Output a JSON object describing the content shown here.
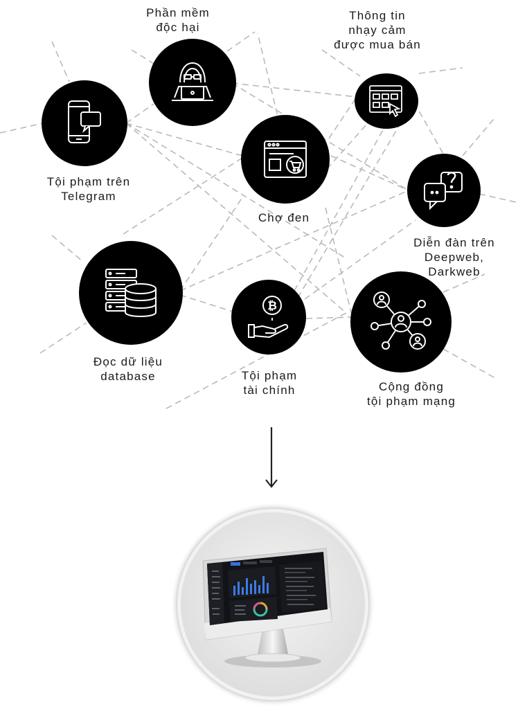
{
  "nodes": {
    "telegram": {
      "label": "Tội phạm trên\nTelegram",
      "icon": "smartphone-chat-icon"
    },
    "malware": {
      "label": "Phần mềm\nđộc hại",
      "icon": "hacker-laptop-icon"
    },
    "sensitive": {
      "label": "Thông tin\nnhạy cảm\nđược mua bán",
      "icon": "web-grid-click-icon"
    },
    "market": {
      "label": "Chợ đen",
      "icon": "web-cart-icon"
    },
    "forum": {
      "label": "Diễn đàn trên\nDeepweb,\nDarkweb",
      "icon": "chat-bubbles-question-icon"
    },
    "database": {
      "label": "Đọc dữ liệu\ndatabase",
      "icon": "server-database-icon"
    },
    "finance": {
      "label": "Tội phạm\ntài chính",
      "icon": "hand-bitcoin-icon"
    },
    "community": {
      "label": "Cộng đồng\ntội phạm mạng",
      "icon": "network-people-icon"
    }
  },
  "colors": {
    "node_fill": "#000000",
    "icon_stroke": "#ffffff",
    "connector": "#b9b9b9",
    "label_text": "#1a1a1a",
    "arrow": "#222222"
  }
}
